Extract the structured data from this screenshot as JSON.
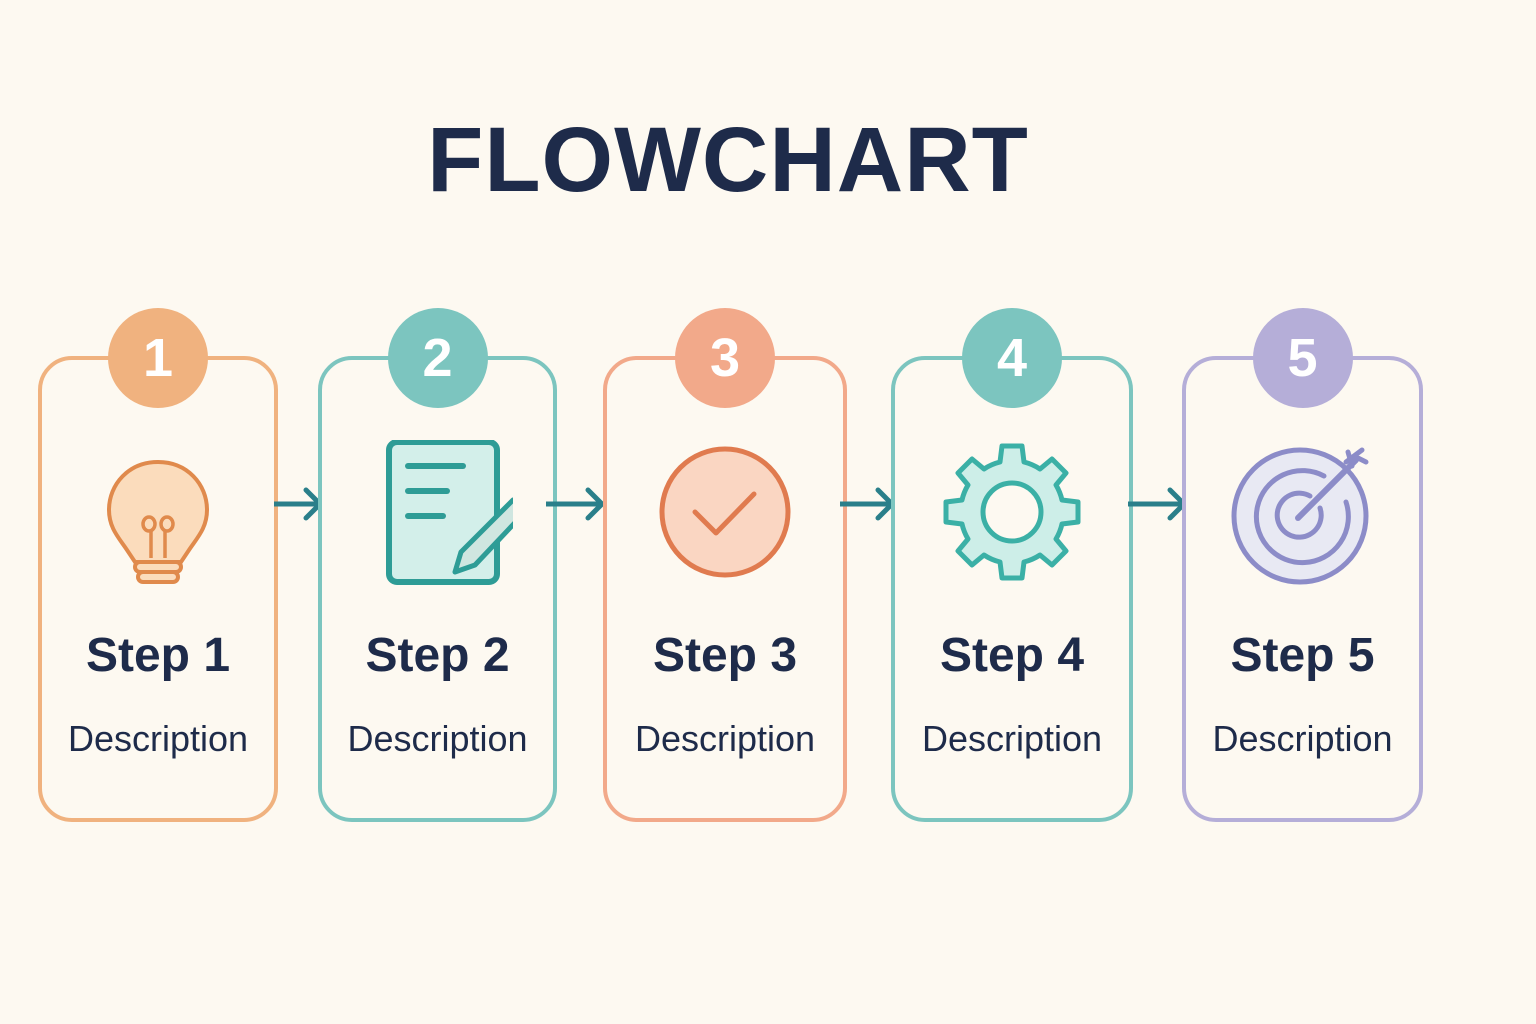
{
  "title": "FLOWCHART",
  "colors": {
    "background": "#fdf9f1",
    "text": "#1e2b4a",
    "arrow": "#2a7f8a"
  },
  "steps": [
    {
      "number": "1",
      "title": "Step 1",
      "description": "Description",
      "icon": "lightbulb-icon",
      "color": "#f0b27f"
    },
    {
      "number": "2",
      "title": "Step 2",
      "description": "Description",
      "icon": "document-pencil-icon",
      "color": "#7cc5bf"
    },
    {
      "number": "3",
      "title": "Step 3",
      "description": "Description",
      "icon": "checkmark-circle-icon",
      "color": "#f2a98a"
    },
    {
      "number": "4",
      "title": "Step 4",
      "description": "Description",
      "icon": "gear-icon",
      "color": "#7cc5bf"
    },
    {
      "number": "5",
      "title": "Step 5",
      "description": "Description",
      "icon": "target-icon",
      "color": "#b5aed8"
    }
  ]
}
